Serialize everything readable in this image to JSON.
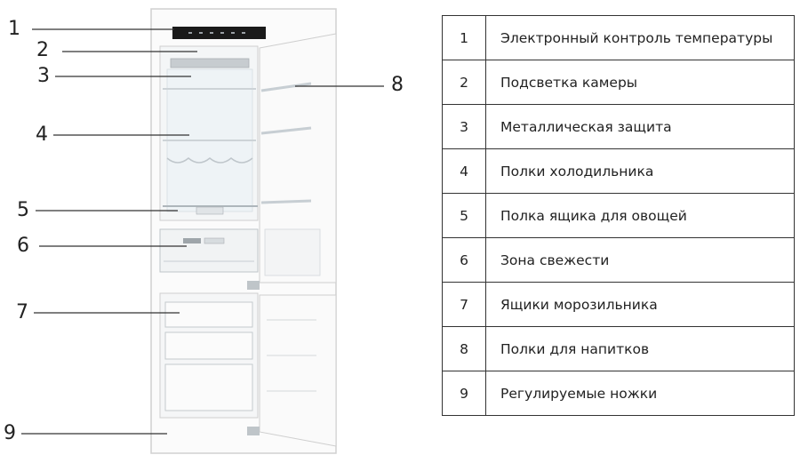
{
  "callouts": [
    {
      "id": "1"
    },
    {
      "id": "2"
    },
    {
      "id": "3"
    },
    {
      "id": "4"
    },
    {
      "id": "5"
    },
    {
      "id": "6"
    },
    {
      "id": "7"
    },
    {
      "id": "8"
    },
    {
      "id": "9"
    }
  ],
  "legend": [
    {
      "num": "1",
      "desc": "Электронный контроль температуры"
    },
    {
      "num": "2",
      "desc": "Подсветка камеры"
    },
    {
      "num": "3",
      "desc": "Металлическая защита"
    },
    {
      "num": "4",
      "desc": "Полки холодильника"
    },
    {
      "num": "5",
      "desc": "Полка ящика для овощей"
    },
    {
      "num": "6",
      "desc": "Зона свежести"
    },
    {
      "num": "7",
      "desc": "Ящики морозильника"
    },
    {
      "num": "8",
      "desc": "Полки для напитков"
    },
    {
      "num": "9",
      "desc": "Регулируемые ножки"
    }
  ],
  "colors": {
    "line": "#333333",
    "fridge_outline": "#c8c8c8",
    "panel": "#1a1a1a",
    "shelf": "#d9dde0"
  }
}
